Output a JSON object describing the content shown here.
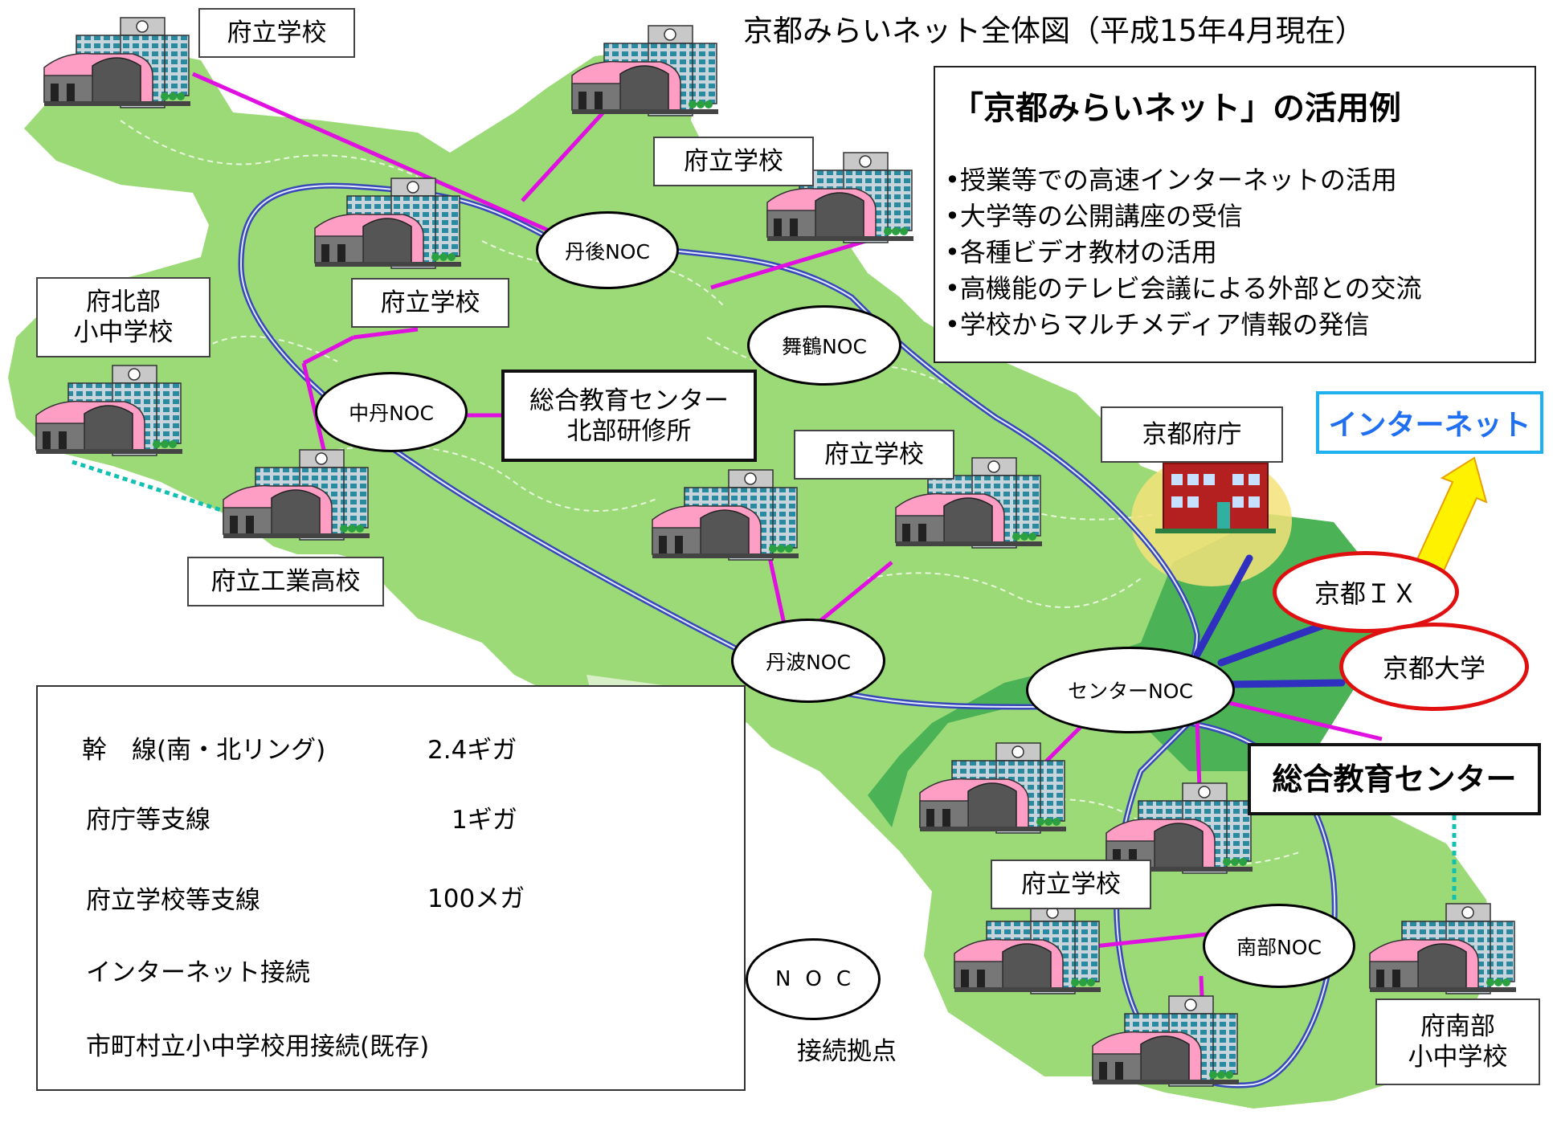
{
  "title": "京都みらいネット全体図（平成15年4月現在）",
  "usage": {
    "heading": "「京都みらいネット」の活用例",
    "items": [
      "•授業等での高速インターネットの活用",
      "•大学等の公開講座の受信",
      "•各種ビデオ教材の活用",
      "•高機能のテレビ会議による外部との交流",
      "•学校からマルチメディア情報の発信"
    ]
  },
  "labels": {
    "school": "府立学校",
    "north_elem_1": "府北部",
    "north_elem_2": "小中学校",
    "industrial": "府立工業高校",
    "north_center_1": "総合教育センター",
    "north_center_2": "北部研修所",
    "prefecture_office": "京都府庁",
    "internet": "インターネット",
    "center": "総合教育センター",
    "south_elem_1": "府南部",
    "south_elem_2": "小中学校"
  },
  "nodes": {
    "tango": "丹後NOC",
    "maizuru": "舞鶴NOC",
    "chutan": "中丹NOC",
    "tanba": "丹波NOC",
    "center": "センターNOC",
    "nanbu": "南部NOC",
    "kyoto_ix": "京都ＩＸ",
    "kyoto_univ": "京都大学"
  },
  "legend": {
    "trunk_label": "幹　線(南・北リング)",
    "trunk_speed": "2.4ギガ",
    "gov_label": "府庁等支線",
    "gov_speed": "1ギガ",
    "school_label": "府立学校等支線",
    "school_speed": "100メガ",
    "internet_label": "インターネット接続",
    "municipal_label": "市町村立小中学校用接続(既存)",
    "noc_sample": "NOC",
    "noc_note": "接続拠点"
  },
  "colors": {
    "map_light": "#9cda78",
    "map_dark": "#4bb356",
    "trunk": "#3848b8",
    "gov_link": "#3030c0",
    "school_link": "#e010e0",
    "internet_arrow": "#fff200",
    "municipal_link": "#10c0b0",
    "ix_border": "#e01010",
    "internet_text": "#1f6ff0"
  }
}
